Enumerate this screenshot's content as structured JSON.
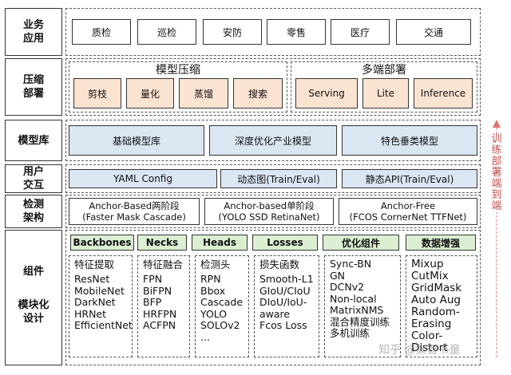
{
  "rows": {
    "business": {
      "label": "业务\n应用",
      "items": [
        "质检",
        "巡检",
        "安防",
        "零售",
        "医疗",
        "交通"
      ]
    },
    "compress": {
      "label": "压缩\n部署",
      "left_title": "模型压缩",
      "left_items": [
        "剪枝",
        "量化",
        "蒸馏",
        "搜索"
      ],
      "right_title": "多端部署",
      "right_items": [
        "Serving",
        "Lite",
        "Inference"
      ]
    },
    "modelzoo": {
      "label": "模型库",
      "items": [
        "基础模型库",
        "深度优化产业模型",
        "特色垂类模型"
      ]
    },
    "interaction": {
      "label": "用户\n交互",
      "items": [
        "YAML Config",
        "动态图(Train/Eval)",
        "静态API(Train/Eval)"
      ]
    },
    "detection": {
      "label": "检测\n架构",
      "items": [
        {
          "line1": "Anchor-Based两阶段",
          "line2": "(Faster  Mask  Cascade)"
        },
        {
          "line1": "Anchor-based单阶段",
          "line2": "(YOLO  SSD  RetinaNet)"
        },
        {
          "line1": "Anchor-Free",
          "line2": "(FCOS CornerNet TTFNet)"
        }
      ]
    },
    "components": {
      "label_top": "组件",
      "label_bottom": "模块化\n设计",
      "headers": [
        "Backbones",
        "Necks",
        "Heads",
        "Losses",
        "优化组件",
        "数据增强"
      ],
      "columns": [
        {
          "title": "特征提取",
          "items": [
            "ResNet",
            "MobileNet",
            "DarkNet",
            "HRNet",
            "EfficientNet"
          ]
        },
        {
          "title": "特征融合",
          "items": [
            "FPN",
            "BiFPN",
            "BFP",
            "HRFPN",
            "ACFPN"
          ]
        },
        {
          "title": "检测头",
          "items": [
            "RPN",
            "Bbox",
            "Cascade",
            "YOLO",
            "SOLOv2",
            "..."
          ]
        },
        {
          "title": "损失函数",
          "items": [
            "Smooth-L1",
            "GIoU/CIoU",
            "DIoU/IoU-",
            "aware",
            "Fcos Loss"
          ]
        },
        {
          "title": "",
          "items": [
            "Sync-BN",
            "GN",
            "DCNv2",
            "Non-local",
            "MatrixNMS",
            "混合精度训练",
            "多机训练"
          ]
        },
        {
          "title": "",
          "items": [
            "Mixup",
            "CutMix",
            "GridMask",
            "Auto Aug",
            "Random-",
            "Erasing",
            "Color-",
            "Distort"
          ]
        }
      ]
    }
  },
  "side_arrow": {
    "text": "训练部署端到端",
    "color": "#c0504d"
  },
  "watermark": "知乎 @集智书童",
  "colors": {
    "peach": "#fbe3d1",
    "blue": "#dbe6f3",
    "green": "#dcefd2"
  }
}
